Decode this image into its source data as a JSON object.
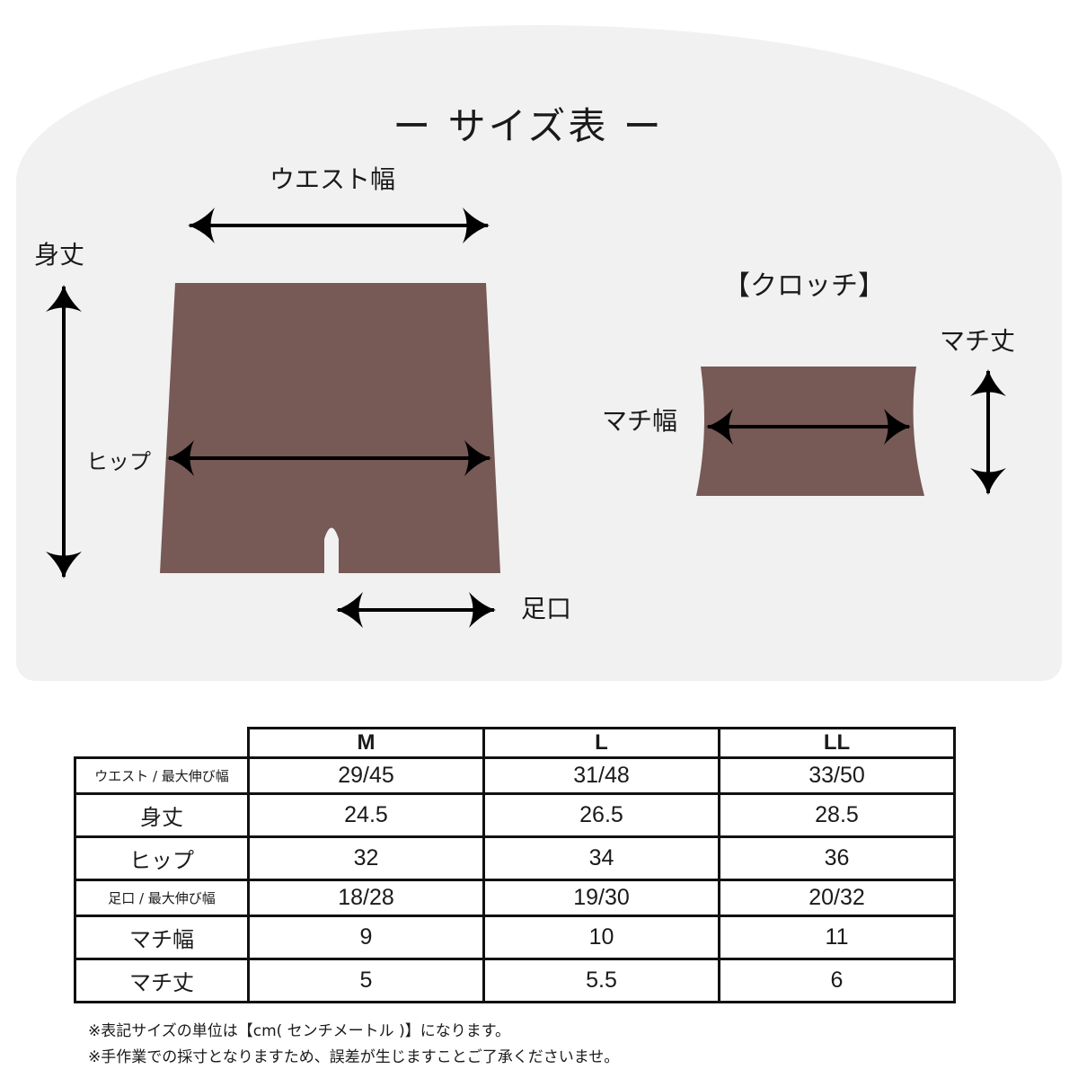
{
  "title": "ー サイズ表 ー",
  "diagram": {
    "waist_label": "ウエスト幅",
    "length_label": "身丈",
    "hip_label": "ヒップ",
    "leg_label": "足口",
    "crotch_title": "【クロッチ】",
    "gusset_length_label": "マチ丈",
    "gusset_width_label": "マチ幅",
    "garment_color": "#775956"
  },
  "table": {
    "columns": [
      "M",
      "L",
      "LL"
    ],
    "rows": [
      {
        "label": "ウエスト / 最大伸び幅",
        "values": [
          "29/45",
          "31/48",
          "33/50"
        ]
      },
      {
        "label": "身丈",
        "values": [
          "24.5",
          "26.5",
          "28.5"
        ]
      },
      {
        "label": "ヒップ",
        "values": [
          "32",
          "34",
          "36"
        ]
      },
      {
        "label": "足口 / 最大伸び幅",
        "values": [
          "18/28",
          "19/30",
          "20/32"
        ]
      },
      {
        "label": "マチ幅",
        "values": [
          "9",
          "10",
          "11"
        ]
      },
      {
        "label": "マチ丈",
        "values": [
          "5",
          "5.5",
          "6"
        ]
      }
    ]
  },
  "notes": [
    "※表記サイズの単位は【cm( センチメートル )】になります。",
    "※手作業での採寸となりますため、誤差が生じますことご了承くださいませ。"
  ]
}
